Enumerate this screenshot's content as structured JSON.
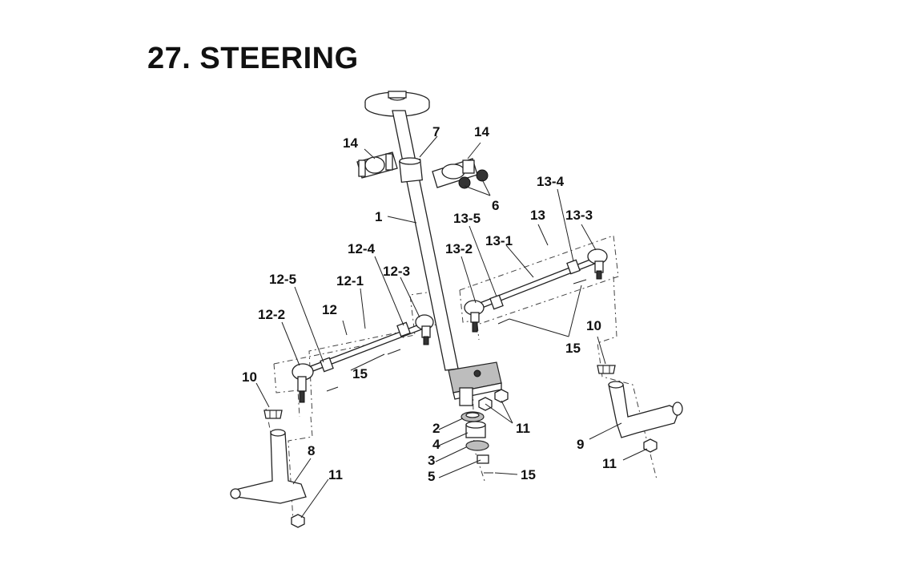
{
  "title": "27. STEERING",
  "callouts": {
    "c1": "1",
    "c2": "2",
    "c3": "3",
    "c4": "4",
    "c5": "5",
    "c6": "6",
    "c7": "7",
    "c8": "8",
    "c9": "9",
    "c10l": "10",
    "c10r": "10",
    "c11l": "11",
    "c11c": "11",
    "c11r": "11",
    "c12": "12",
    "c12_1": "12-1",
    "c12_2": "12-2",
    "c12_3": "12-3",
    "c12_4": "12-4",
    "c12_5": "12-5",
    "c13": "13",
    "c13_1": "13-1",
    "c13_2": "13-2",
    "c13_3": "13-3",
    "c13_4": "13-4",
    "c13_5": "13-5",
    "c14l": "14",
    "c14r": "14",
    "c15l": "15",
    "c15r": "15",
    "c15b": "15"
  }
}
